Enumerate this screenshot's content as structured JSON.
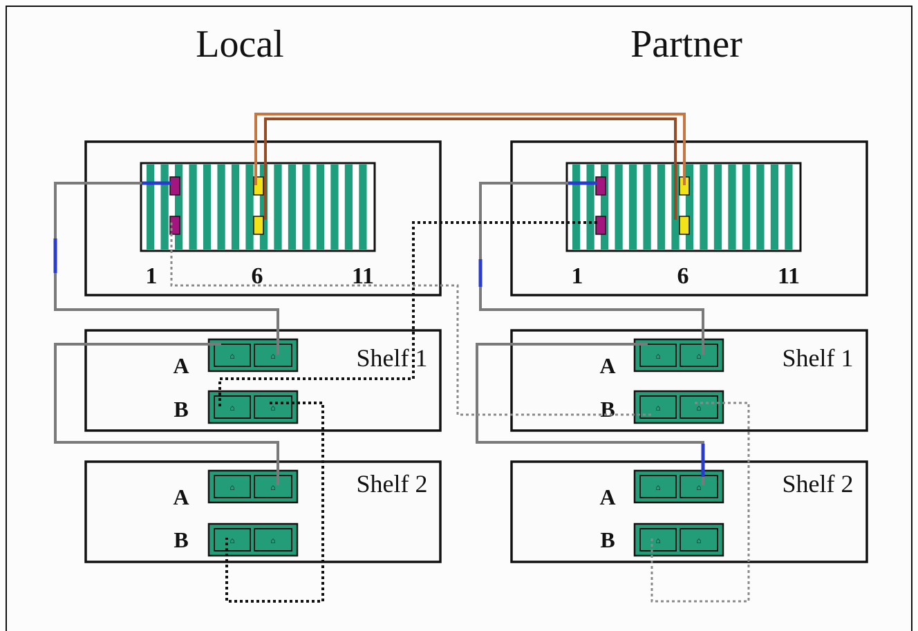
{
  "headers": {
    "local": "Local",
    "partner": "Partner"
  },
  "controllers": [
    {
      "id": "local",
      "slot_labels": [
        "1",
        "6",
        "11"
      ],
      "active_slots": [
        1,
        6
      ]
    },
    {
      "id": "partner",
      "slot_labels": [
        "1",
        "6",
        "11"
      ],
      "active_slots": [
        1,
        6
      ]
    }
  ],
  "shelves": {
    "local": [
      {
        "label": "Shelf 1",
        "modules": [
          "A",
          "B"
        ]
      },
      {
        "label": "Shelf 2",
        "modules": [
          "A",
          "B"
        ]
      }
    ],
    "partner": [
      {
        "label": "Shelf 1",
        "modules": [
          "A",
          "B"
        ]
      },
      {
        "label": "Shelf 2",
        "modules": [
          "A",
          "B"
        ]
      }
    ]
  },
  "colors": {
    "slot_green": "#1e9e7c",
    "port_magenta": "#a3167e",
    "port_yellow": "#f2e21a",
    "module_green": "#239c78",
    "cable_gray": "#7a7a7a",
    "cable_blue": "#2a3bd0",
    "cable_orange": "#b8602c",
    "cable_dotted_black": "#111111",
    "cable_dotted_gray": "#8a8a8a"
  }
}
